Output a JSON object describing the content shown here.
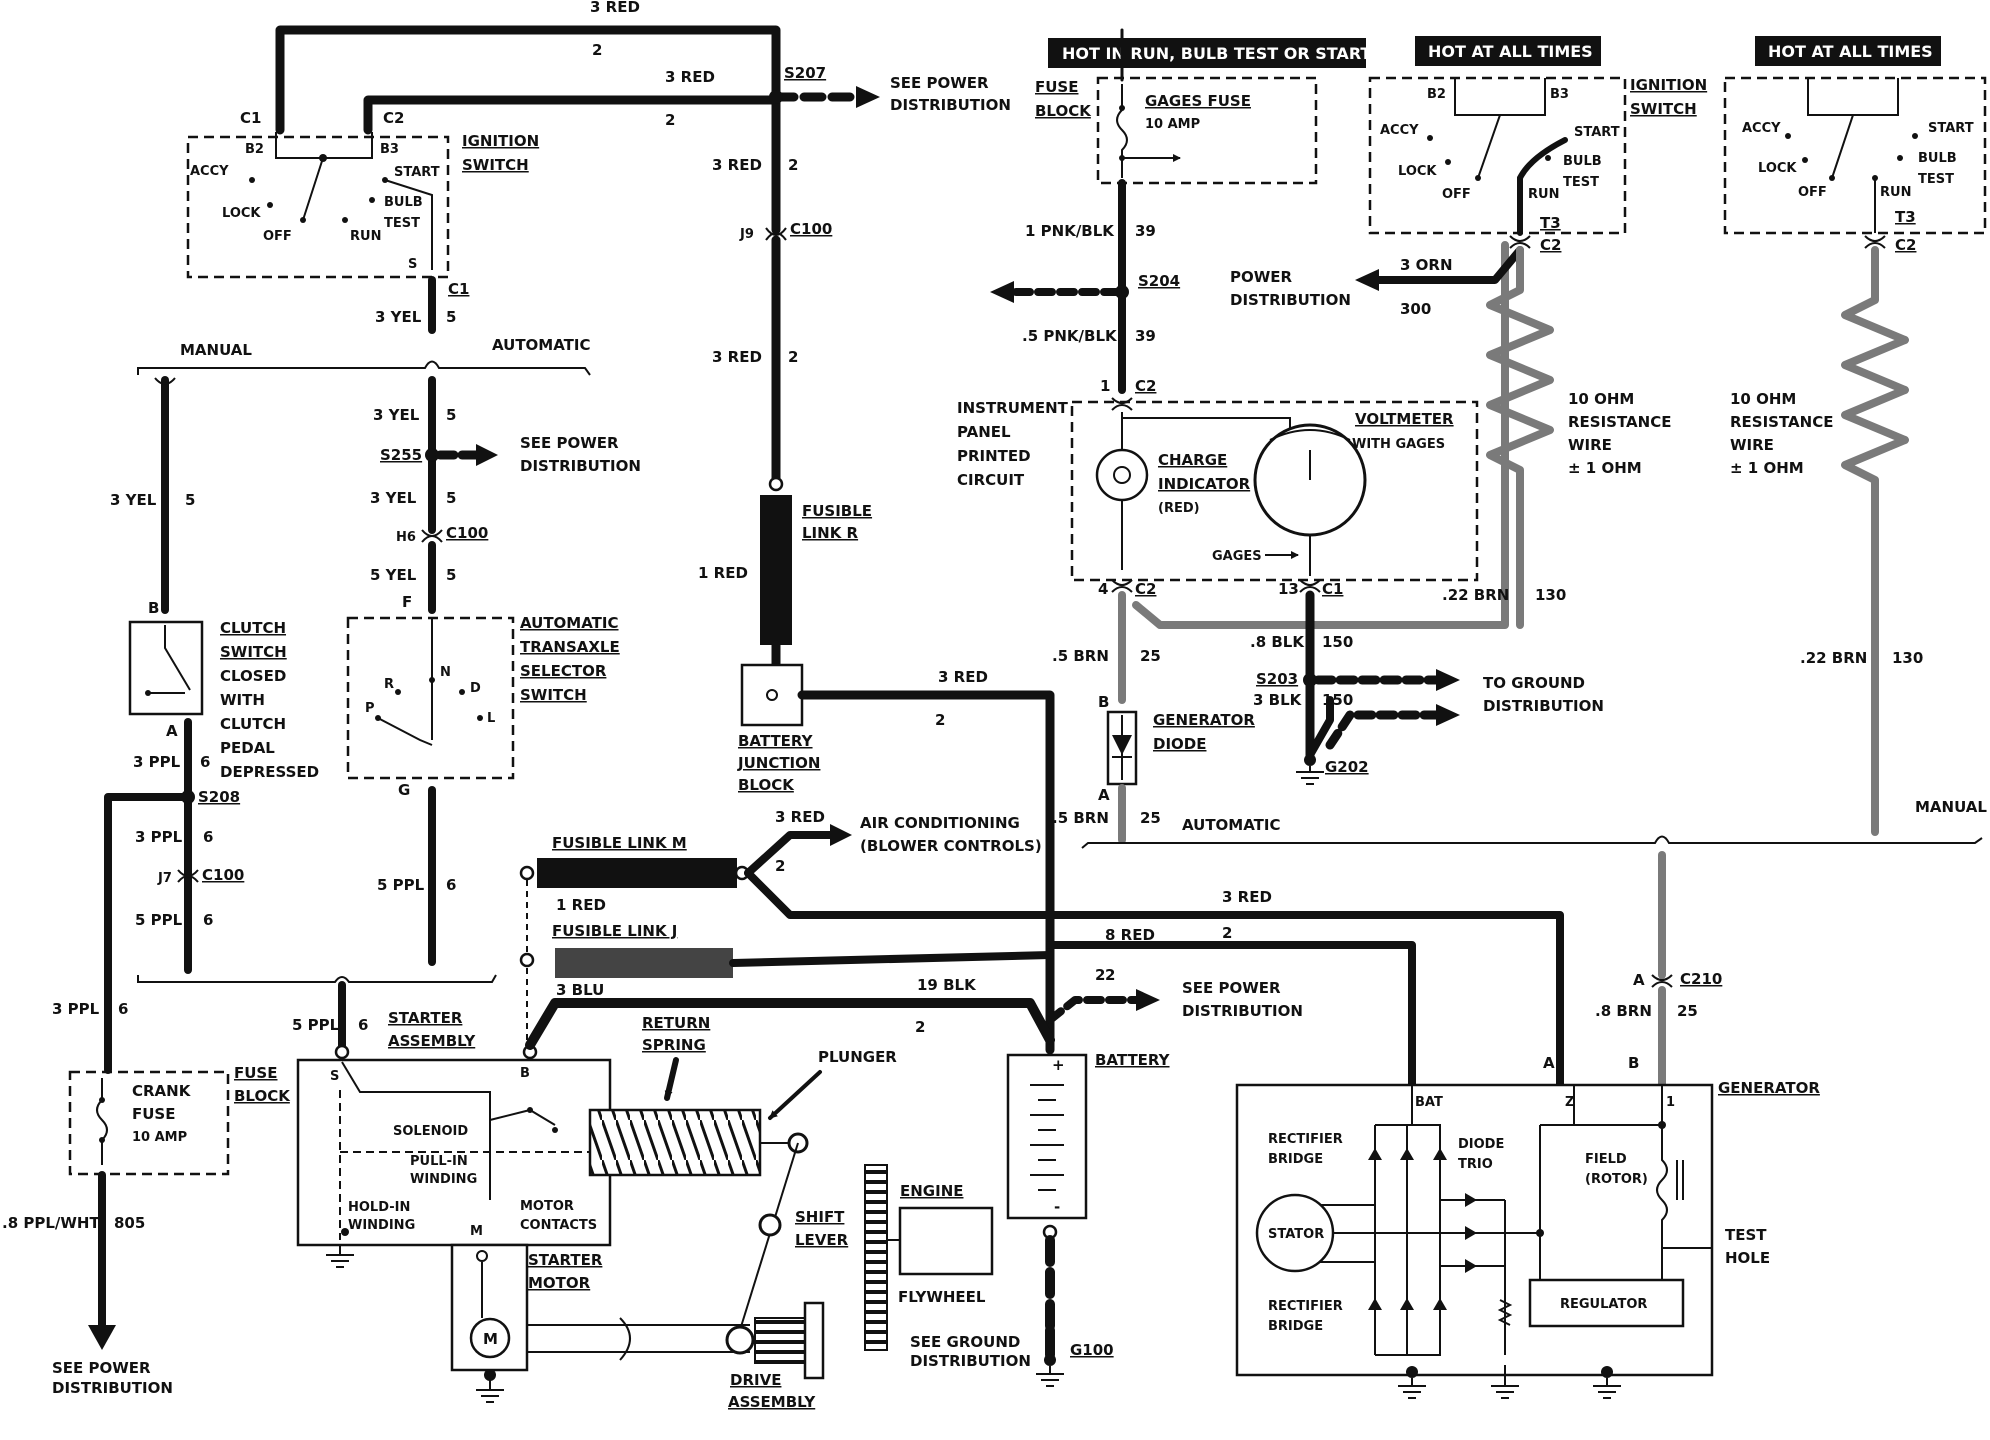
{
  "header_tags": {
    "hot_in_run": "HOT IN RUN, BULB TEST OR START",
    "hot_always_1": "HOT AT ALL TIMES",
    "hot_always_2": "HOT AT ALL TIMES"
  },
  "ignition_switch_left": {
    "title1": "IGNITION",
    "title2": "SWITCH",
    "c1": "C1",
    "c2": "C2",
    "b2": "B2",
    "b3": "B3",
    "accy": "ACCY",
    "lock": "LOCK",
    "off": "OFF",
    "run": "RUN",
    "start": "START",
    "bulb": "BULB",
    "test": "TEST",
    "s": "S",
    "c1_bottom": "C1"
  },
  "top_wires": {
    "red_top_size": "3 RED",
    "red_top_circuit": "2",
    "red_mid_size": "3 RED",
    "red_mid_circuit": "2",
    "s207": "S207",
    "see_power_1": "SEE POWER",
    "see_power_2": "DISTRIBUTION",
    "red_down_size": "3 RED",
    "red_down_circuit": "2",
    "j9": "J9",
    "c100": "C100",
    "red_lower_size": "3 RED",
    "red_lower_circuit": "2",
    "fusible_r_1": "FUSIBLE",
    "fusible_r_2": "LINK R",
    "one_red": "1 RED",
    "bjb1": "BATTERY",
    "bjb2": "JUNCTION",
    "bjb3": "BLOCK",
    "bjb_red": "3 RED",
    "bjb_circ": "2"
  },
  "left_circuit": {
    "yel_size": "3 YEL",
    "yel_circuit": "5",
    "manual": "MANUAL",
    "automatic": "AUTOMATIC",
    "m_yel_size": "3 YEL",
    "m_yel_circ": "5",
    "a_yel1_size": "3 YEL",
    "a_yel1_circ": "5",
    "s255": "S255",
    "see_power_1": "SEE POWER",
    "see_power_2": "DISTRIBUTION",
    "a_yel2_size": "3 YEL",
    "a_yel2_circ": "5",
    "h6": "H6",
    "c100": "C100",
    "a_yel3_size": "5 YEL",
    "a_yel3_circ": "5",
    "f": "F",
    "g": "G",
    "b": "B",
    "a": "A",
    "clutch1": "CLUTCH",
    "clutch2": "SWITCH",
    "clutch3": "CLOSED",
    "clutch4": "WITH",
    "clutch5": "CLUTCH",
    "clutch6": "PEDAL",
    "clutch7": "DEPRESSED",
    "ats1": "AUTOMATIC",
    "ats2": "TRANSAXLE",
    "ats3": "SELECTOR",
    "ats4": "SWITCH",
    "p": "P",
    "r": "R",
    "n": "N",
    "d": "D",
    "l": "L",
    "ppl1_size": "3 PPL",
    "ppl1_circ": "6",
    "s208": "S208",
    "ppl2_size": "3 PPL",
    "ppl2_circ": "6",
    "j7": "J7",
    "c100_b": "C100",
    "ppl3_size": "5 PPL",
    "ppl3_circ": "6",
    "a_ppl_size": "5 PPL",
    "a_ppl_circ": "6",
    "left_ppl_size": "3 PPL",
    "left_ppl_circ": "6",
    "starter_ppl_size": "5 PPL",
    "starter_ppl_circ": "6",
    "fuse1": "FUSE",
    "fuse2": "BLOCK",
    "crank1": "CRANK",
    "crank2": "FUSE",
    "crank3": "10 AMP",
    "ppl_wht": ".8 PPL/WHT",
    "ppl_wht_circ": "805",
    "see_power_b1": "SEE POWER",
    "see_power_b2": "DISTRIBUTION"
  },
  "starter": {
    "title1": "STARTER",
    "title2": "ASSEMBLY",
    "s": "S",
    "b": "B",
    "m": "M",
    "solenoid": "SOLENOID",
    "pull_in1": "PULL-IN",
    "pull_in2": "WINDING",
    "hold_in1": "HOLD-IN",
    "hold_in2": "WINDING",
    "motor1": "MOTOR",
    "motor2": "CONTACTS",
    "return1": "RETURN",
    "return2": "SPRING",
    "plunger": "PLUNGER",
    "shift1": "SHIFT",
    "shift2": "LEVER",
    "engine": "ENGINE",
    "flywheel": "FLYWHEEL",
    "sm1": "STARTER",
    "sm2": "MOTOR",
    "m_symbol": "M",
    "drive1": "DRIVE",
    "drive2": "ASSEMBLY"
  },
  "fusible_links": {
    "m_label": "FUSIBLE LINK M",
    "m_wire": "1 RED",
    "m_out": "3 RED",
    "m_circ": "2",
    "ac1": "AIR CONDITIONING",
    "ac2": "(BLOWER CONTROLS)",
    "j_label": "FUSIBLE LINK J",
    "j_wire": "3 BLU",
    "blk_size": "19 BLK",
    "blk_circ": "2",
    "red8_size": "8 RED",
    "red8_circ": "2",
    "red3_size": "3 RED",
    "red3_circ": "2",
    "bat_circ": "2",
    "see_power_1": "SEE POWER",
    "see_power_2": "DISTRIBUTION"
  },
  "battery": {
    "title": "BATTERY",
    "plus": "+",
    "minus": "-",
    "see_ground_1": "SEE GROUND",
    "see_ground_2": "DISTRIBUTION",
    "g100": "G100"
  },
  "instrument": {
    "fuse_block1": "FUSE",
    "fuse_block2": "BLOCK",
    "gages_fuse": "GAGES FUSE",
    "gages_amp": "10 AMP",
    "pnk_size": "1 PNK/BLK",
    "pnk_circ": "39",
    "s204": "S204",
    "pnk2_size": ".5 PNK/BLK",
    "pnk2_circ": "39",
    "c2_pin": "1",
    "c2": "C2",
    "ip1": "INSTRUMENT",
    "ip2": "PANEL",
    "ip3": "PRINTED",
    "ip4": "CIRCUIT",
    "charge1": "CHARGE",
    "charge2": "INDICATOR",
    "charge3": "(RED)",
    "volt1": "VOLTMETER",
    "volt2": "WITH GAGES",
    "gages": "GAGES",
    "pin4": "4",
    "c2_b": "C2",
    "pin13": "13",
    "c1": "C1",
    "brn_size": ".5 BRN",
    "brn_circ": "25",
    "blk8_size": ".8 BLK",
    "blk8_circ": "150",
    "s203": "S203",
    "blk3_size": "3 BLK",
    "blk3_circ": "150",
    "to_ground1": "TO GROUND",
    "to_ground2": "DISTRIBUTION",
    "g202": "G202",
    "b": "B",
    "a": "A",
    "gen_diode1": "GENERATOR",
    "gen_diode2": "DIODE",
    "brn2_size": ".5 BRN",
    "brn2_circ": "25",
    "automatic": "AUTOMATIC"
  },
  "right_circuits": {
    "ign_title1": "IGNITION",
    "ign_title2": "SWITCH",
    "b2": "B2",
    "b3": "B3",
    "accy": "ACCY",
    "lock": "LOCK",
    "off": "OFF",
    "run": "RUN",
    "start": "START",
    "bulb": "BULB",
    "test": "TEST",
    "t3": "T3",
    "c2": "C2",
    "orn_size": "3 ORN",
    "orn_circ": "300",
    "power1": "POWER",
    "power2": "DISTRIBUTION",
    "res1": "10 OHM",
    "res2": "RESISTANCE",
    "res3": "WIRE",
    "res4": "± 1 OHM",
    "brn22_size": ".22 BRN",
    "brn22_circ": "130",
    "r_accy": "ACCY",
    "r_lock": "LOCK",
    "r_off": "OFF",
    "r_run": "RUN",
    "r_start": "START",
    "r_bulb": "BULB",
    "r_test": "TEST",
    "r_t3": "T3",
    "r_c2": "C2",
    "r_res1": "10 OHM",
    "r_res2": "RESISTANCE",
    "r_res3": "WIRE",
    "r_res4": "± 1 OHM",
    "r_brn_size": ".22 BRN",
    "r_brn_circ": "130",
    "manual": "MANUAL",
    "a": "A",
    "c210": "C210",
    "brn8_size": ".8 BRN",
    "brn8_circ": "25"
  },
  "generator": {
    "title": "GENERATOR",
    "a": "A",
    "b": "B",
    "bat": "BAT",
    "z": "Z",
    "one": "1",
    "rect1": "RECTIFIER",
    "rect2": "BRIDGE",
    "diode1": "DIODE",
    "diode2": "TRIO",
    "stator": "STATOR",
    "field1": "FIELD",
    "field2": "(ROTOR)",
    "rect3": "RECTIFIER",
    "rect4": "BRIDGE",
    "regulator": "REGULATOR",
    "test1": "TEST",
    "test2": "HOLE"
  }
}
